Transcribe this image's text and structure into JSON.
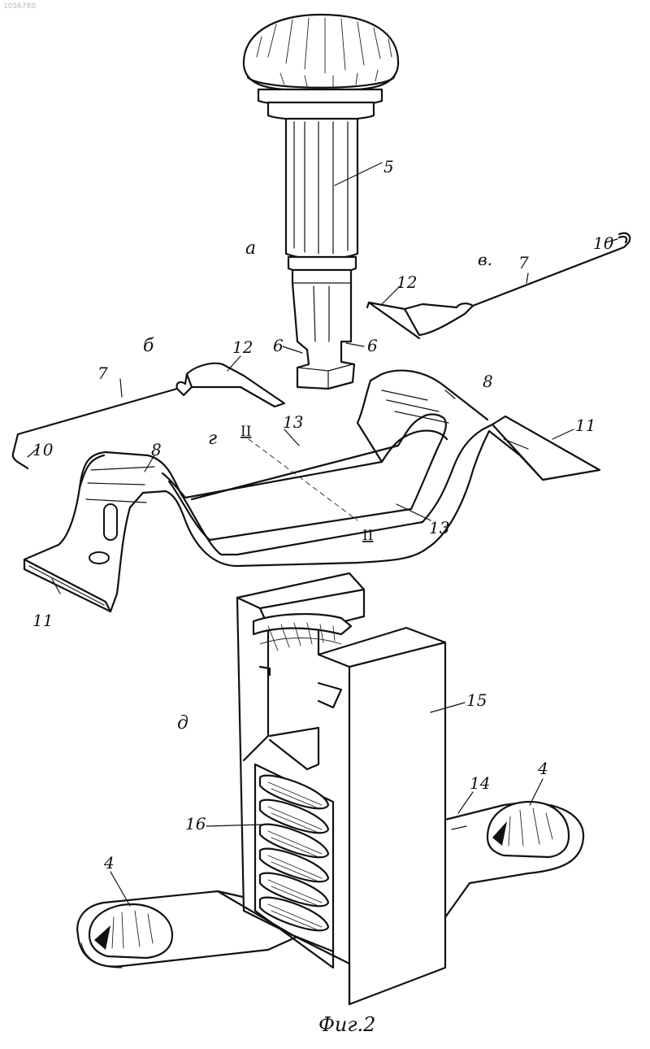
{
  "document_number": "1056780",
  "caption": "Фиг.2",
  "view_letters": {
    "a": "а",
    "b": "б",
    "v": "в.",
    "g": "г",
    "d": "д"
  },
  "section_marks": {
    "top": "II",
    "bottom": "II"
  },
  "part_numbers": {
    "knob": "5",
    "notch_left": "6",
    "notch_right": "6",
    "spring_wire_right": "7",
    "spring_wire_left": "7",
    "hook_right": "10",
    "hook_left": "10",
    "loop_right": "12",
    "loop_left": "12",
    "bracket_left_top": "8",
    "bracket_right_top": "8",
    "foot_right": "11",
    "foot_left": "11",
    "slot_rail_top": "13",
    "slot_rail_bottom": "13",
    "housing": "15",
    "spring": "16",
    "base_strip": "14",
    "rivet_right": "4",
    "rivet_left": "4"
  }
}
